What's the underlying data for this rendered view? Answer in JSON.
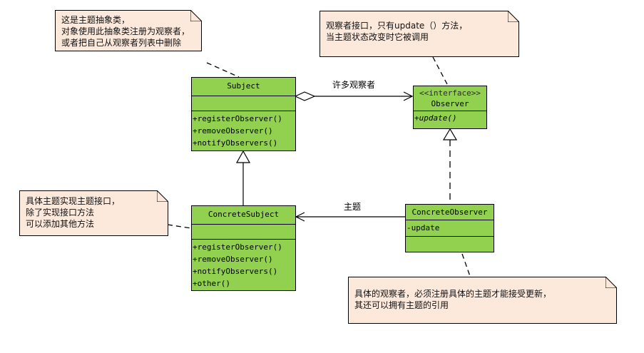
{
  "diagram": {
    "type": "UML class diagram (Observer pattern)",
    "colors": {
      "class_fill": "#92d050",
      "note_fill": "#fde9dc",
      "line": "#000000"
    },
    "notes": {
      "subject_note": {
        "lines": [
          "这是主题抽象类，",
          "对象使用此抽象类注册为观察者，",
          "或者把自己从观察者列表中删除"
        ]
      },
      "observer_note": {
        "lines": [
          "观察者接口，只有update（）方法，",
          "当主题状态改变时它被调用"
        ]
      },
      "concrete_subject_note": {
        "lines": [
          "具体主题实现主题接口，",
          "除了实现接口方法",
          "可以添加其他方法"
        ]
      },
      "concrete_observer_note": {
        "lines": [
          "具体的观察者，必须注册具体的主题才能接受更新，",
          "其还可以拥有主题的引用"
        ]
      }
    },
    "classes": {
      "subject": {
        "name": "Subject",
        "attributes": [],
        "operations": [
          "+registerObserver()",
          "+removeObserver()",
          "+notifyObservers()"
        ]
      },
      "observer": {
        "stereotype": "<<interface>>",
        "name": "Observer",
        "operations": [
          "+update()"
        ]
      },
      "concrete_subject": {
        "name": "ConcreteSubject",
        "attributes": [],
        "operations": [
          "+registerObserver()",
          "+removeObserver()",
          "+notifyObservers()",
          "+other()"
        ]
      },
      "concrete_observer": {
        "name": "ConcreteObserver",
        "attributes": [
          "-update"
        ],
        "operations": []
      }
    },
    "relations": {
      "subject_observer_label": "许多观察者",
      "concrete_observer_subject_label": "主题"
    }
  }
}
